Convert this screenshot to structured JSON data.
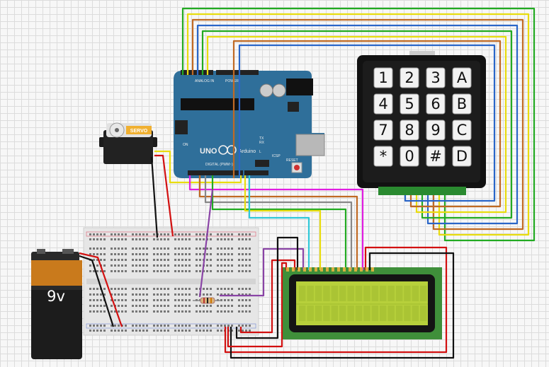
{
  "arduino": {
    "brand": "Arduino",
    "model": "UNO",
    "power_header_label": "POWER",
    "analog_header_label": "ANALOG IN",
    "digital_header_label": "DIGITAL (PWM~)",
    "icsp_label": "ICSP",
    "led_label_l": "L",
    "led_label_tx": "TX",
    "led_label_rx": "RX",
    "led_label_on": "ON",
    "reset_label": "RESET"
  },
  "servo": {
    "label": "SERVO"
  },
  "battery": {
    "label": "9v"
  },
  "keypad": {
    "keys": [
      [
        "1",
        "2",
        "3",
        "A"
      ],
      [
        "4",
        "5",
        "6",
        "B"
      ],
      [
        "7",
        "8",
        "9",
        "C"
      ],
      [
        "*",
        "0",
        "#",
        "D"
      ]
    ]
  },
  "colors": {
    "arduino_board": "#2f6f9a",
    "lcd_board": "#3f8f3a",
    "lcd_screen": "#b7d03b",
    "keypad_body": "#121212",
    "breadboard": "#e8e8e8",
    "wire_green": "#22aa22",
    "wire_yellow": "#e8dc10",
    "wire_orange": "#c06a24",
    "wire_blue": "#2a66c8",
    "wire_magenta": "#e11ee1",
    "wire_cyan": "#30c8d8",
    "wire_red": "#d21010",
    "wire_black": "#111111",
    "wire_purple": "#8a44a6",
    "wire_gray": "#888888"
  }
}
